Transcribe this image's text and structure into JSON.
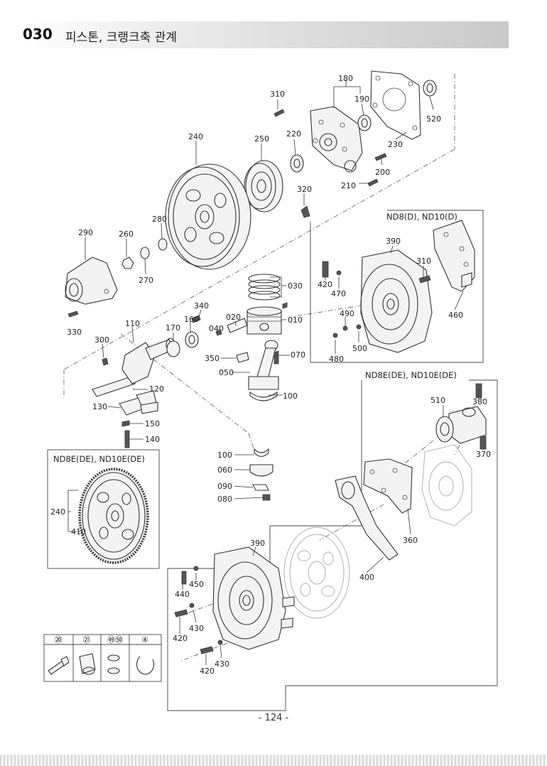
{
  "header": {
    "section_number": "030",
    "section_title": "피스톤, 크랭크축 관계"
  },
  "page_number": "- 124 -",
  "box_labels": {
    "nd8_d": "ND8(D), ND10(D)",
    "nd8e_de_right": "ND8E(DE), ND10E(DE)",
    "nd8e_de_left": "ND8E(DE), ND10E(DE)"
  },
  "legend": {
    "columns": [
      "⑳",
      "㉑",
      "㊾㊿",
      "④"
    ]
  },
  "parts": [
    {
      "id": "p180",
      "label": "180"
    },
    {
      "id": "p310a",
      "label": "310"
    },
    {
      "id": "p190",
      "label": "190"
    },
    {
      "id": "p520",
      "label": "520"
    },
    {
      "id": "p220",
      "label": "220"
    },
    {
      "id": "p240a",
      "label": "240"
    },
    {
      "id": "p250",
      "label": "250"
    },
    {
      "id": "p230",
      "label": "230"
    },
    {
      "id": "p200",
      "label": "200"
    },
    {
      "id": "p210",
      "label": "210"
    },
    {
      "id": "p320",
      "label": "320"
    },
    {
      "id": "p280",
      "label": "280"
    },
    {
      "id": "p290",
      "label": "290"
    },
    {
      "id": "p260",
      "label": "260"
    },
    {
      "id": "p270",
      "label": "270"
    },
    {
      "id": "p030",
      "label": "030"
    },
    {
      "id": "p340",
      "label": "340"
    },
    {
      "id": "p160",
      "label": "160"
    },
    {
      "id": "p020",
      "label": "020"
    },
    {
      "id": "p010",
      "label": "010"
    },
    {
      "id": "p110",
      "label": "110"
    },
    {
      "id": "p170",
      "label": "170"
    },
    {
      "id": "p040",
      "label": "040"
    },
    {
      "id": "p330",
      "label": "330"
    },
    {
      "id": "p300",
      "label": "300"
    },
    {
      "id": "p350",
      "label": "350"
    },
    {
      "id": "p070",
      "label": "070"
    },
    {
      "id": "p050",
      "label": "050"
    },
    {
      "id": "p100a",
      "label": "100"
    },
    {
      "id": "p120",
      "label": "120"
    },
    {
      "id": "p130",
      "label": "130"
    },
    {
      "id": "p150",
      "label": "150"
    },
    {
      "id": "p140",
      "label": "140"
    },
    {
      "id": "p390a",
      "label": "390"
    },
    {
      "id": "p310b",
      "label": "310"
    },
    {
      "id": "p420a",
      "label": "420"
    },
    {
      "id": "p470",
      "label": "470"
    },
    {
      "id": "p490",
      "label": "490"
    },
    {
      "id": "p460",
      "label": "460"
    },
    {
      "id": "p500",
      "label": "500"
    },
    {
      "id": "p480",
      "label": "480"
    },
    {
      "id": "p510",
      "label": "510"
    },
    {
      "id": "p380",
      "label": "380"
    },
    {
      "id": "p370",
      "label": "370"
    },
    {
      "id": "p100b",
      "label": "100"
    },
    {
      "id": "p060",
      "label": "060"
    },
    {
      "id": "p090",
      "label": "090"
    },
    {
      "id": "p080",
      "label": "080"
    },
    {
      "id": "p240b",
      "label": "240"
    },
    {
      "id": "p410",
      "label": "410"
    },
    {
      "id": "p360",
      "label": "360"
    },
    {
      "id": "p390b",
      "label": "390"
    },
    {
      "id": "p400",
      "label": "400"
    },
    {
      "id": "p450",
      "label": "450"
    },
    {
      "id": "p440",
      "label": "440"
    },
    {
      "id": "p430a",
      "label": "430"
    },
    {
      "id": "p420b",
      "label": "420"
    },
    {
      "id": "p430b",
      "label": "430"
    },
    {
      "id": "p420c",
      "label": "420"
    }
  ]
}
